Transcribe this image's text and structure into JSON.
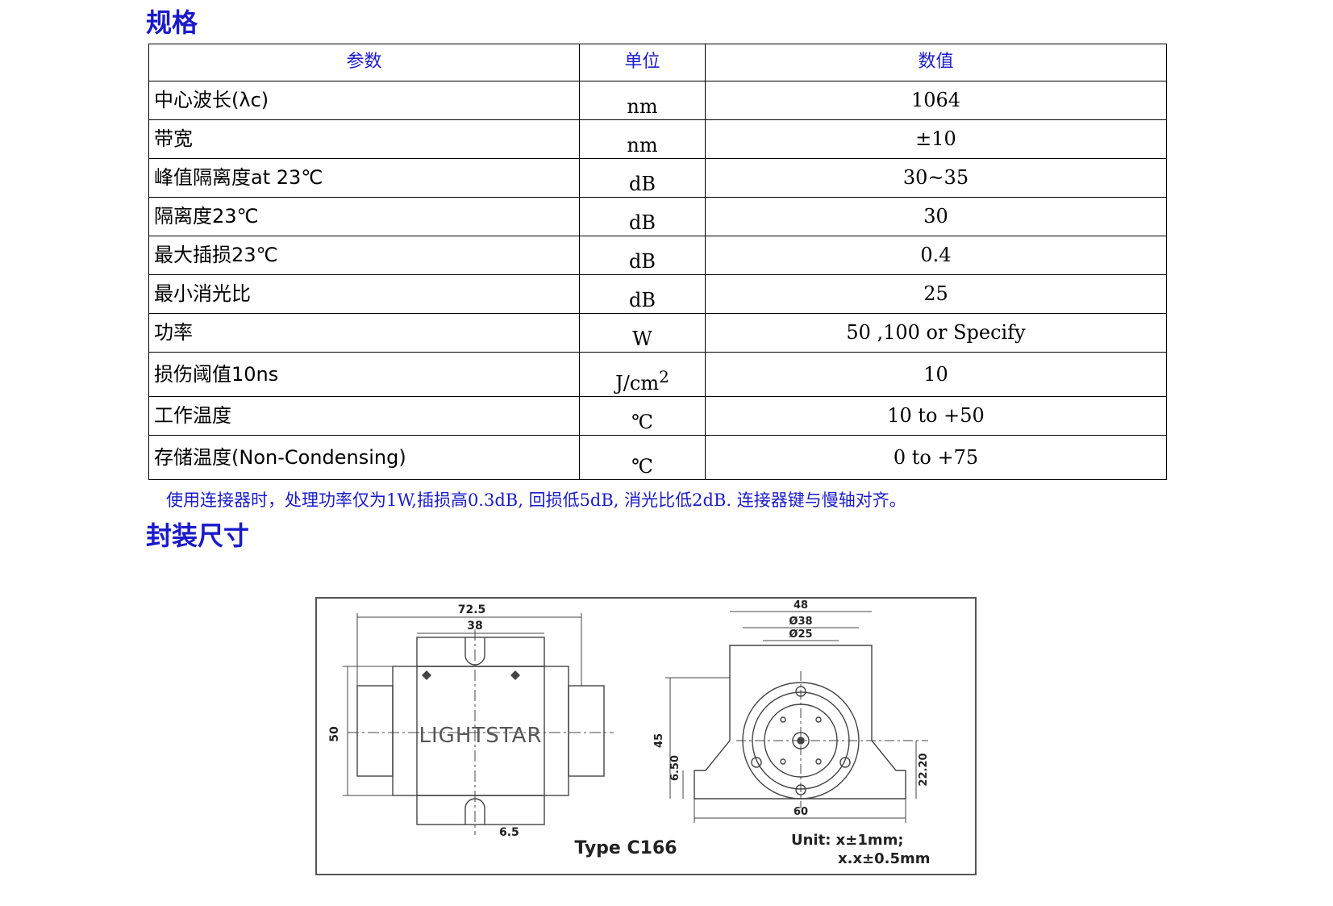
{
  "headings": {
    "spec": "规格",
    "package": "封装尺寸"
  },
  "table": {
    "headers": [
      "参数",
      "单位",
      "数值"
    ],
    "rows": [
      {
        "param": "中心波长(λc)",
        "unit": "nm",
        "value": "1064"
      },
      {
        "param": "带宽",
        "unit": "nm",
        "value": "±10"
      },
      {
        "param": "峰值隔离度at 23℃",
        "unit": "dB",
        "value": "30~35"
      },
      {
        "param": "隔离度23℃",
        "unit": "dB",
        "value": "30"
      },
      {
        "param": "最大插损23℃",
        "unit": "dB",
        "value": "0.4"
      },
      {
        "param": "最小消光比",
        "unit": "dB",
        "value": "25"
      },
      {
        "param": "功率",
        "unit": "W",
        "value": "50 ,100 or Specify"
      },
      {
        "param": "损伤阈值10ns",
        "unit": "J/cm",
        "unit_sup": "2",
        "value": "10"
      },
      {
        "param": "工作温度",
        "unit": "℃",
        "value": "10 to +50"
      },
      {
        "param": "存储温度(Non-Condensing)",
        "unit": "℃",
        "value": "0 to +75"
      }
    ]
  },
  "note": "使用连接器时，处理功率仅为1W,插损高0.3dB,  回损低5dB,  消光比低2dB.  连接器键与慢轴对齐。",
  "drawing": {
    "dims_left": {
      "overall_length": "72.5",
      "body_length": "38",
      "height": "50",
      "slot": "6.5"
    },
    "brand": "LIGHTSTAR",
    "type_label": "Type C166",
    "dims_right": {
      "width": "48",
      "d1": "Ø38",
      "d2": "Ø25",
      "height": "45",
      "base": "6.50",
      "center": "22.20",
      "foot": "60"
    },
    "unit_line1": "Unit:  x±1mm;",
    "unit_line2": "x.x±0.5mm"
  }
}
